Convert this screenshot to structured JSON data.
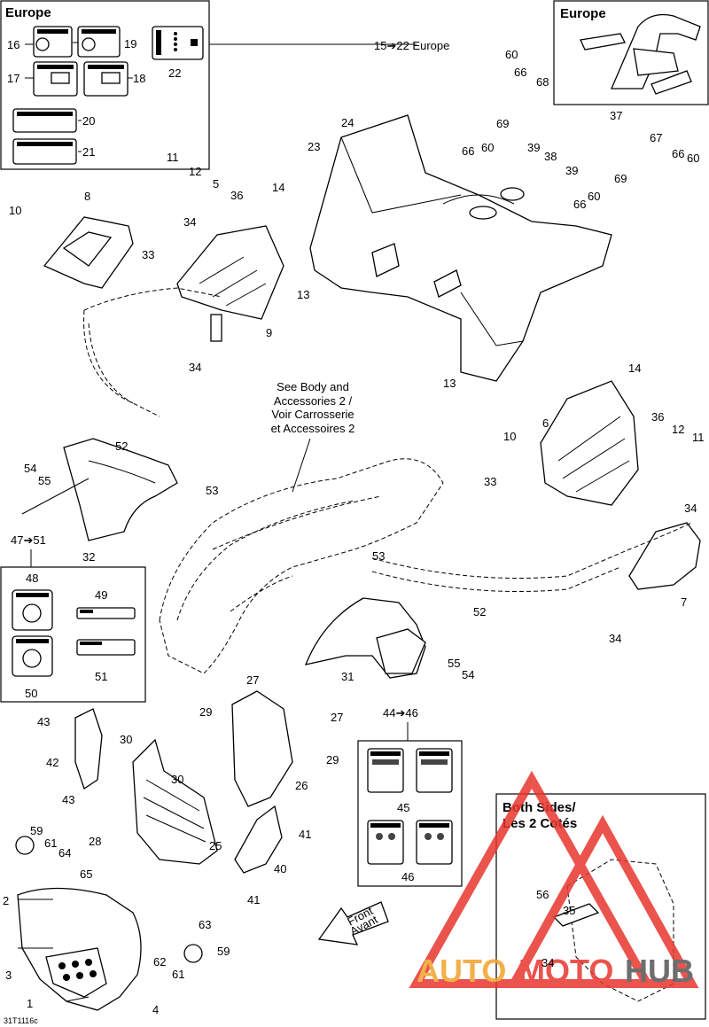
{
  "boxes": {
    "europe_labels": {
      "title": "Europe"
    },
    "europe_rack": {
      "title": "Europe"
    },
    "both_sides": {
      "title_line1": "Both Sides/",
      "title_line2": "Les 2 Cotés"
    }
  },
  "range_labels": {
    "europe_range": "15➔22 Europe",
    "r47_51": "47➔51",
    "r44_46": "44➔46"
  },
  "notes": {
    "see_body": [
      "See Body and",
      "Accessories 2 /",
      "Voir Carrosserie",
      "et Accessoires 2"
    ],
    "front_arrow": [
      "Front",
      "Avant"
    ]
  },
  "watermark": {
    "auto": "AUTO",
    "moto": "MOTO",
    "hub": "HUB",
    "accent": "#e8362f",
    "orange": "#f0a32c",
    "grey": "#555555"
  },
  "diagram_code": "31T1116c",
  "part_numbers": {
    "n1": "1",
    "n2": "2",
    "n3": "3",
    "n4": "4",
    "n5": "5",
    "n6": "6",
    "n7": "7",
    "n8": "8",
    "n9": "9",
    "n10": "10",
    "n11": "11",
    "n12": "12",
    "n13": "13",
    "n14": "14",
    "n16": "16",
    "n17": "17",
    "n18": "18",
    "n19": "19",
    "n20": "20",
    "n21": "21",
    "n22": "22",
    "n23": "23",
    "n24": "24",
    "n25": "25",
    "n26": "26",
    "n27": "27",
    "n28": "28",
    "n29": "29",
    "n30": "30",
    "n31": "31",
    "n32": "32",
    "n33": "33",
    "n34": "34",
    "n35": "35",
    "n36": "36",
    "n37": "37",
    "n38": "38",
    "n39": "39",
    "n40": "40",
    "n41": "41",
    "n42": "42",
    "n43": "43",
    "n45": "45",
    "n46": "46",
    "n48": "48",
    "n49": "49",
    "n50": "50",
    "n51": "51",
    "n52": "52",
    "n53": "53",
    "n54": "54",
    "n55": "55",
    "n56": "56",
    "n59": "59",
    "n60": "60",
    "n61": "61",
    "n62": "62",
    "n63": "63",
    "n64": "64",
    "n65": "65",
    "n66": "66",
    "n67": "67",
    "n68": "68",
    "n69": "69"
  }
}
